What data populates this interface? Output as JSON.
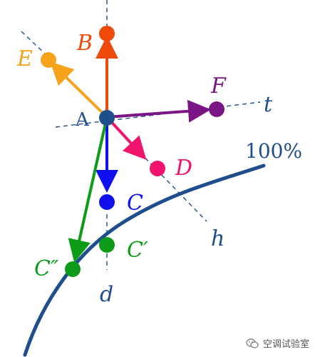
{
  "colors": {
    "axis": "#1f4e8c",
    "curve": "#1f4e8c",
    "point_a": "#1f4e8c",
    "b": "#f04a0a",
    "e": "#f7a21b",
    "f": "#7b1585",
    "d": "#f0146e",
    "c": "#1010ee",
    "c_prime": "#0c9c18",
    "c_double_prime": "#0c9c18"
  },
  "labels": {
    "a": "A",
    "b": "B",
    "c": "C",
    "c_prime": "C′",
    "c_double_prime": "C″",
    "d": "D",
    "e": "E",
    "f": "F",
    "axis_t": "t",
    "axis_h": "h",
    "axis_d": "d",
    "curve": "100%"
  },
  "watermark": {
    "text": "空调试验室",
    "icon": "wechat-icon"
  }
}
